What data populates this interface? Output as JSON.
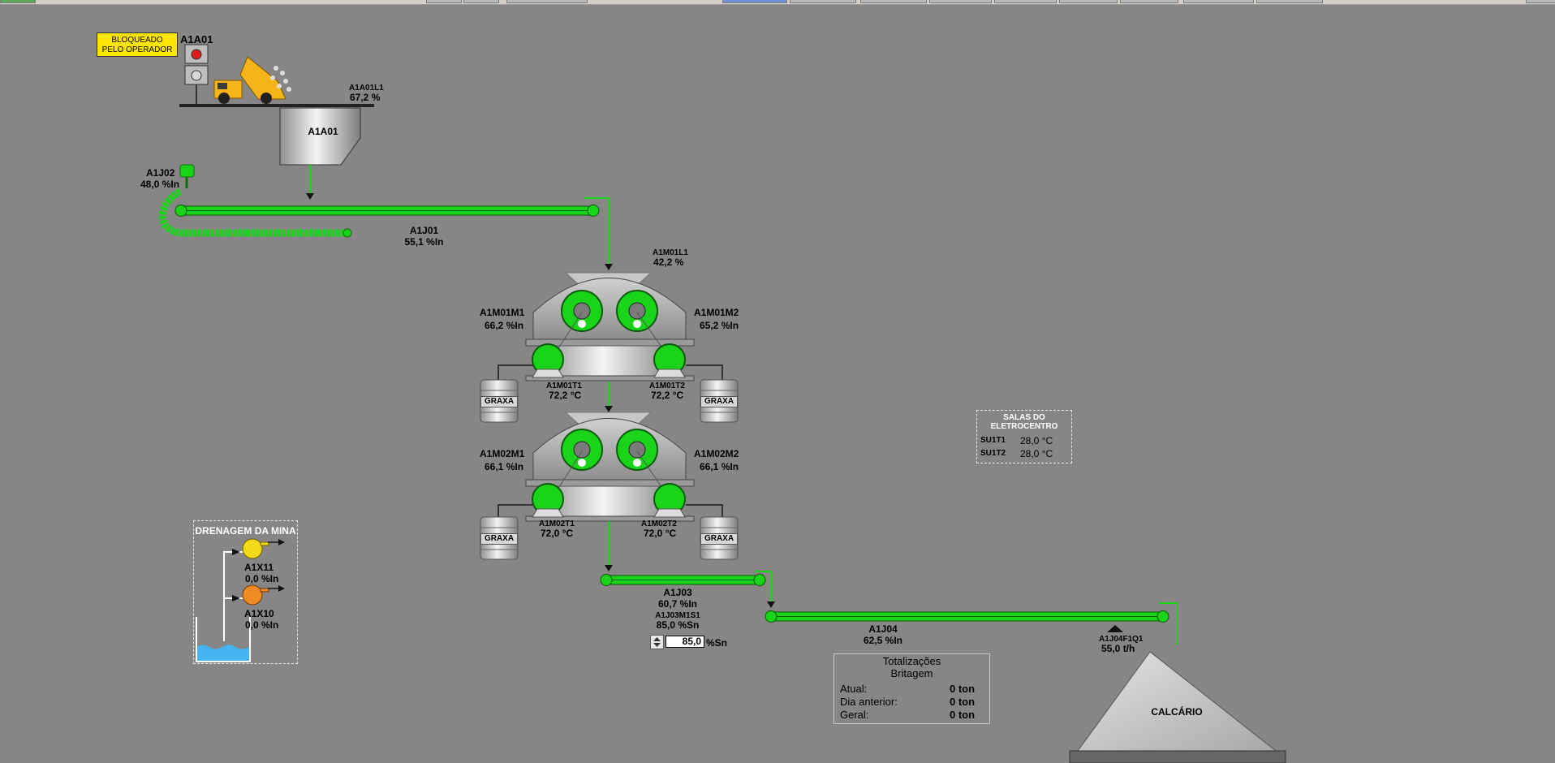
{
  "warning": {
    "line1": "BLOQUEADO",
    "line2": "PELO OPERADOR"
  },
  "hopper": {
    "tag": "A1A01",
    "body_label": "A1A01",
    "level_tag": "A1A01L1",
    "level_value": "67,2 %"
  },
  "feeder": {
    "tag": "A1J02",
    "value": "48,0 %In"
  },
  "conveyor_j01": {
    "tag": "A1J01",
    "value": "55,1 %In"
  },
  "crusher_level": {
    "tag": "A1M01L1",
    "value": "42,2 %"
  },
  "crusher1": {
    "m1_tag": "A1M01M1",
    "m1_value": "66,2 %In",
    "m2_tag": "A1M01M2",
    "m2_value": "65,2 %In",
    "t1_tag": "A1M01T1",
    "t1_value": "72,2 °C",
    "t2_tag": "A1M01T2",
    "t2_value": "72,2 °C"
  },
  "crusher2": {
    "m1_tag": "A1M02M1",
    "m1_value": "66,1 %In",
    "m2_tag": "A1M02M2",
    "m2_value": "66,1 %In",
    "t1_tag": "A1M02T1",
    "t1_value": "72,0 °C",
    "t2_tag": "A1M02T2",
    "t2_value": "72,0 °C"
  },
  "grease_label": "GRAXA",
  "conveyor_j03": {
    "tag": "A1J03",
    "value": "60,7 %In",
    "speed_tag": "A1J03M1S1",
    "speed_value": "85,0 %Sn",
    "setpoint": "85,0",
    "setpoint_unit": "%Sn"
  },
  "conveyor_j04": {
    "tag": "A1J04",
    "value": "62,5 %In",
    "flow_tag": "A1J04F1Q1",
    "flow_value": "55,0 t/h"
  },
  "stockpile": {
    "label": "CALCÁRIO"
  },
  "drainage": {
    "title": "DRENAGEM DA MINA",
    "pump1_tag": "A1X11",
    "pump1_value": "0,0 %In",
    "pump2_tag": "A1X10",
    "pump2_value": "0,0 %In"
  },
  "electro_room": {
    "title_line1": "SALAS DO",
    "title_line2": "ELETROCENTRO",
    "rows": [
      {
        "tag": "SU1T1",
        "value": "28,0 °C"
      },
      {
        "tag": "SU1T2",
        "value": "28,0 °C"
      }
    ]
  },
  "totals": {
    "title_line1": "Totalizações",
    "title_line2": "Britagem",
    "rows": [
      {
        "label": "Atual:",
        "value": "0 ton"
      },
      {
        "label": "Dia anterior:",
        "value": "0 ton"
      },
      {
        "label": "Geral:",
        "value": "0 ton"
      }
    ]
  },
  "colors": {
    "run_green": "#19d419",
    "background": "#878586",
    "warning_yellow": "#ffe600",
    "water_blue": "#46b4f0"
  }
}
